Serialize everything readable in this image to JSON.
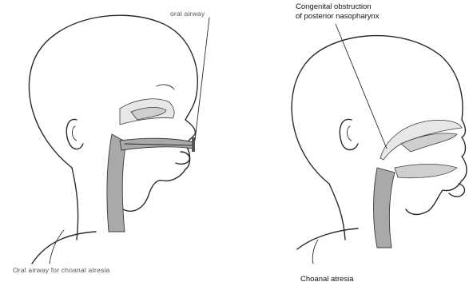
{
  "left_panel": {
    "label_top": "oral airway",
    "caption": "Oral airway for choanal atresia"
  },
  "right_panel": {
    "label_top_line1": "Congenital obstruction",
    "label_top_line2": "of posterior nasopharynx",
    "caption": "Choanal atresia"
  }
}
